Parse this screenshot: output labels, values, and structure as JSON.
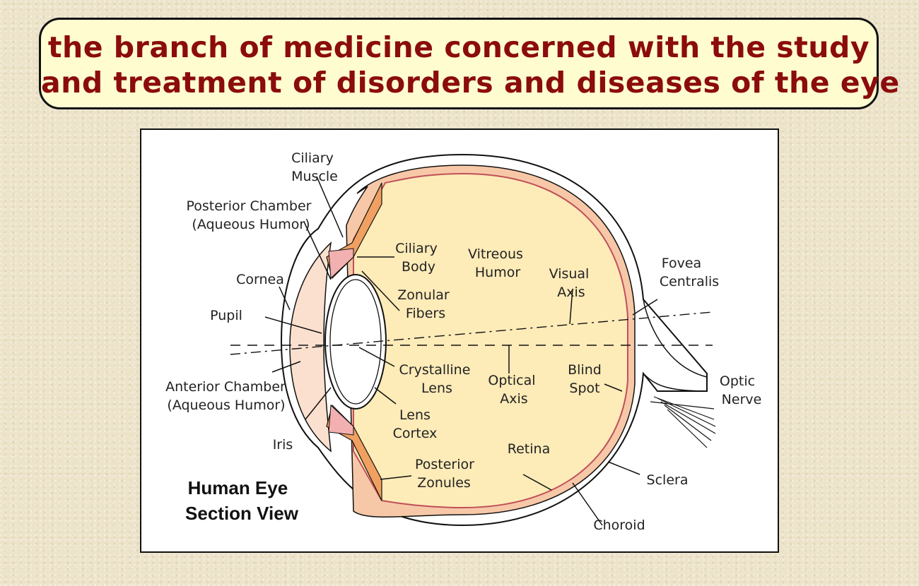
{
  "title": {
    "line1": "the branch of medicine concerned with the study",
    "line2": "and treatment of disorders and diseases of the eye"
  },
  "diagram": {
    "caption": {
      "line1": "Human Eye",
      "line2": "Section View"
    },
    "labels": {
      "ciliary_muscle": [
        "Ciliary",
        "Muscle"
      ],
      "posterior_chamber": [
        "Posterior Chamber",
        "(Aqueous Humor)"
      ],
      "ciliary_body": [
        "Ciliary",
        "Body"
      ],
      "vitreous_humor": [
        "Vitreous",
        "Humor"
      ],
      "visual_axis": [
        "Visual",
        "Axis"
      ],
      "fovea_centralis": [
        "Fovea",
        "Centralis"
      ],
      "cornea": "Cornea",
      "zonular_fibers": [
        "Zonular",
        "Fibers"
      ],
      "pupil": "Pupil",
      "crystalline_lens": [
        "Crystalline",
        "Lens"
      ],
      "optical_axis": [
        "Optical",
        "Axis"
      ],
      "blind_spot": [
        "Blind",
        "Spot"
      ],
      "optic_nerve": [
        "Optic",
        "Nerve"
      ],
      "anterior_chamber": [
        "Anterior Chamber",
        "(Aqueous Humor)"
      ],
      "lens_cortex": [
        "Lens",
        "Cortex"
      ],
      "iris": "Iris",
      "retina": "Retina",
      "sclera": "Sclera",
      "posterior_zonules": [
        "Posterior",
        "Zonules"
      ],
      "choroid": "Choroid"
    },
    "colors": {
      "vitreous": "#fdebb8",
      "choroid": "#f7c8a7",
      "retina_line": "#c0505a",
      "cornea_fill": "#fbe0cf",
      "ciliary": "#f0a060",
      "iris": "#f3b0b0"
    }
  }
}
